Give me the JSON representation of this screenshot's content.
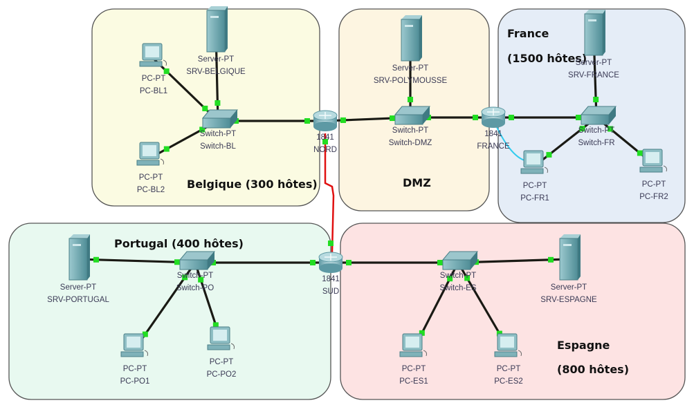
{
  "zones": [
    {
      "id": "belgique",
      "title_lines": [
        "Belgique (300 hôtes)"
      ],
      "color": "#fbfbe2"
    },
    {
      "id": "dmz",
      "title_lines": [
        "DMZ"
      ],
      "color": "#fdf5e1"
    },
    {
      "id": "france",
      "title_lines": [
        "France",
        "(1500 hôtes)"
      ],
      "color": "#e5edf7"
    },
    {
      "id": "portugal",
      "title_lines": [
        "Portugal (400 hôtes)"
      ],
      "color": "#e8f9f0"
    },
    {
      "id": "espagne",
      "title_lines": [
        "Espagne",
        "(800 hôtes)"
      ],
      "color": "#fde3e3"
    }
  ],
  "devices": [
    {
      "id": "srv-belgique",
      "type": "server",
      "model": "Server-PT",
      "name": "SRV-BELGIQUE"
    },
    {
      "id": "pc-bl1",
      "type": "pc",
      "model": "PC-PT",
      "name": "PC-BL1"
    },
    {
      "id": "pc-bl2",
      "type": "pc",
      "model": "PC-PT",
      "name": "PC-BL2"
    },
    {
      "id": "switch-bl",
      "type": "switch",
      "model": "Switch-PT",
      "name": "Switch-BL"
    },
    {
      "id": "nord",
      "type": "router",
      "model": "1841",
      "name": "NORD"
    },
    {
      "id": "srv-polymousse",
      "type": "server",
      "model": "Server-PT",
      "name": "SRV-POLYMOUSSE"
    },
    {
      "id": "switch-dmz",
      "type": "switch",
      "model": "Switch-PT",
      "name": "Switch-DMZ"
    },
    {
      "id": "france",
      "type": "router",
      "model": "1841",
      "name": "FRANCE"
    },
    {
      "id": "srv-france",
      "type": "server",
      "model": "Server-PT",
      "name": "SRV-FRANCE"
    },
    {
      "id": "switch-fr",
      "type": "switch",
      "model": "Switch-PT",
      "name": "Switch-FR"
    },
    {
      "id": "pc-fr1",
      "type": "pc",
      "model": "PC-PT",
      "name": "PC-FR1"
    },
    {
      "id": "pc-fr2",
      "type": "pc",
      "model": "PC-PT",
      "name": "PC-FR2"
    },
    {
      "id": "srv-portugal",
      "type": "server",
      "model": "Server-PT",
      "name": "SRV-PORTUGAL"
    },
    {
      "id": "switch-po",
      "type": "switch",
      "model": "Switch-PT",
      "name": "Switch-PO"
    },
    {
      "id": "pc-po1",
      "type": "pc",
      "model": "PC-PT",
      "name": "PC-PO1"
    },
    {
      "id": "pc-po2",
      "type": "pc",
      "model": "PC-PT",
      "name": "PC-PO2"
    },
    {
      "id": "sud",
      "type": "router",
      "model": "1841",
      "name": "SUD"
    },
    {
      "id": "switch-es",
      "type": "switch",
      "model": "Switch-PT",
      "name": "Switch-ES"
    },
    {
      "id": "srv-espagne",
      "type": "server",
      "model": "Server-PT",
      "name": "SRV-ESPAGNE"
    },
    {
      "id": "pc-es1",
      "type": "pc",
      "model": "PC-PT",
      "name": "PC-ES1"
    },
    {
      "id": "pc-es2",
      "type": "pc",
      "model": "PC-PT",
      "name": "PC-ES2"
    }
  ],
  "links": [
    {
      "from": "srv-belgique",
      "to": "switch-bl",
      "kind": "ethernet"
    },
    {
      "from": "pc-bl1",
      "to": "switch-bl",
      "kind": "ethernet"
    },
    {
      "from": "pc-bl2",
      "to": "switch-bl",
      "kind": "ethernet"
    },
    {
      "from": "switch-bl",
      "to": "nord",
      "kind": "ethernet"
    },
    {
      "from": "nord",
      "to": "switch-dmz",
      "kind": "ethernet"
    },
    {
      "from": "srv-polymousse",
      "to": "switch-dmz",
      "kind": "ethernet"
    },
    {
      "from": "switch-dmz",
      "to": "france",
      "kind": "ethernet"
    },
    {
      "from": "france",
      "to": "switch-fr",
      "kind": "ethernet"
    },
    {
      "from": "srv-france",
      "to": "switch-fr",
      "kind": "ethernet"
    },
    {
      "from": "switch-fr",
      "to": "pc-fr1",
      "kind": "ethernet"
    },
    {
      "from": "switch-fr",
      "to": "pc-fr2",
      "kind": "ethernet"
    },
    {
      "from": "france",
      "to": "pc-fr1",
      "kind": "console"
    },
    {
      "from": "nord",
      "to": "sud",
      "kind": "serial"
    },
    {
      "from": "srv-portugal",
      "to": "switch-po",
      "kind": "ethernet"
    },
    {
      "from": "switch-po",
      "to": "sud",
      "kind": "ethernet"
    },
    {
      "from": "switch-po",
      "to": "pc-po1",
      "kind": "ethernet"
    },
    {
      "from": "switch-po",
      "to": "pc-po2",
      "kind": "ethernet"
    },
    {
      "from": "sud",
      "to": "switch-es",
      "kind": "ethernet"
    },
    {
      "from": "switch-es",
      "to": "srv-espagne",
      "kind": "ethernet"
    },
    {
      "from": "switch-es",
      "to": "pc-es1",
      "kind": "ethernet"
    },
    {
      "from": "switch-es",
      "to": "pc-es2",
      "kind": "ethernet"
    }
  ],
  "colors": {
    "ethernet": "#1a1a14",
    "serial": "#e01010",
    "console": "#33ccee",
    "port": "#22dd22",
    "device": "#6aa5ad"
  }
}
